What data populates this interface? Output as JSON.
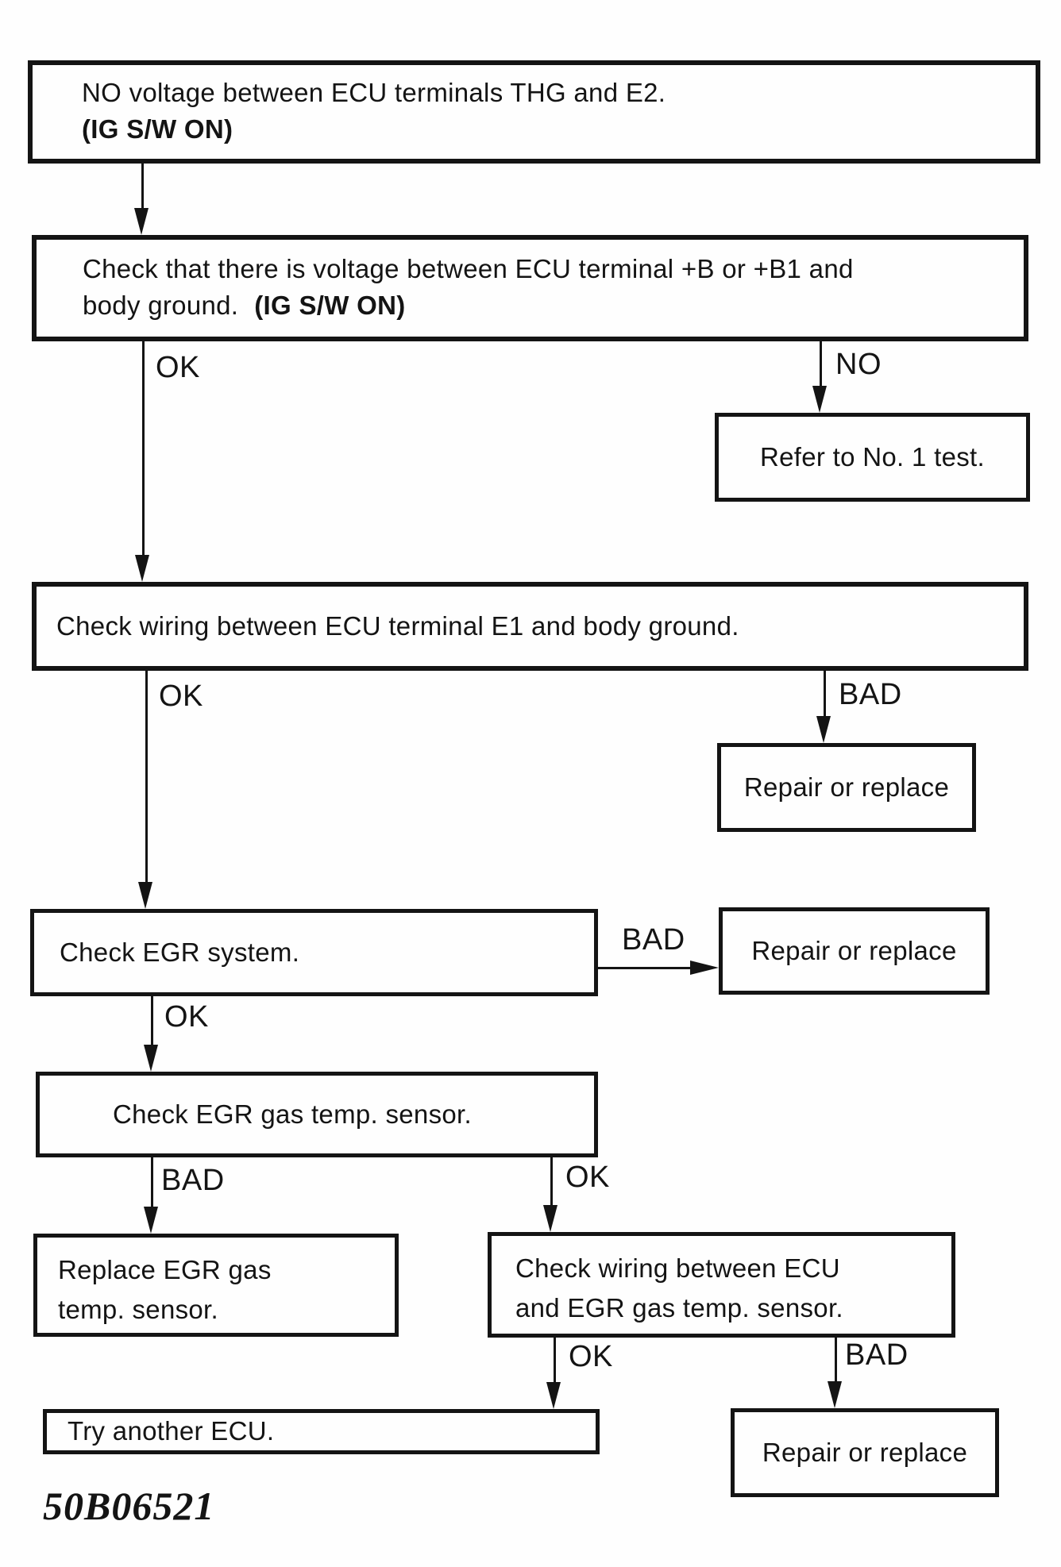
{
  "page": {
    "background": "#fefefe",
    "ink": "#141414",
    "caption": "50B06521"
  },
  "nodes": {
    "start": {
      "line1": "NO voltage between ECU terminals THG and E2.",
      "line2_bold": "(IG S/W ON)"
    },
    "check_power": {
      "line1": "Check that there is voltage between ECU terminal +B or +B1 and",
      "line2": "body ground.",
      "line2_bold": "(IG S/W ON)"
    },
    "refer_test": {
      "text": "Refer to No. 1 test."
    },
    "check_wiring_e1": {
      "text": "Check wiring between ECU terminal E1 and body ground."
    },
    "repair_1": {
      "text": "Repair or replace"
    },
    "check_egr_system": {
      "text": "Check EGR system."
    },
    "repair_2": {
      "text": "Repair or replace"
    },
    "check_egr_sensor": {
      "text": "Check EGR gas temp. sensor."
    },
    "replace_sensor": {
      "line1": "Replace EGR gas",
      "line2": "temp. sensor."
    },
    "check_wiring_sensor": {
      "line1": "Check wiring between ECU",
      "line2": "and EGR gas temp. sensor."
    },
    "try_ecu": {
      "text": "Try another ECU."
    },
    "repair_3": {
      "text": "Repair or replace"
    }
  },
  "edge_labels": {
    "power_ok": "OK",
    "power_no": "NO",
    "e1_ok": "OK",
    "e1_bad": "BAD",
    "egr_bad": "BAD",
    "egr_ok": "OK",
    "sensor_bad": "BAD",
    "sensor_ok": "OK",
    "wiring_ok": "OK",
    "wiring_bad": "BAD"
  }
}
